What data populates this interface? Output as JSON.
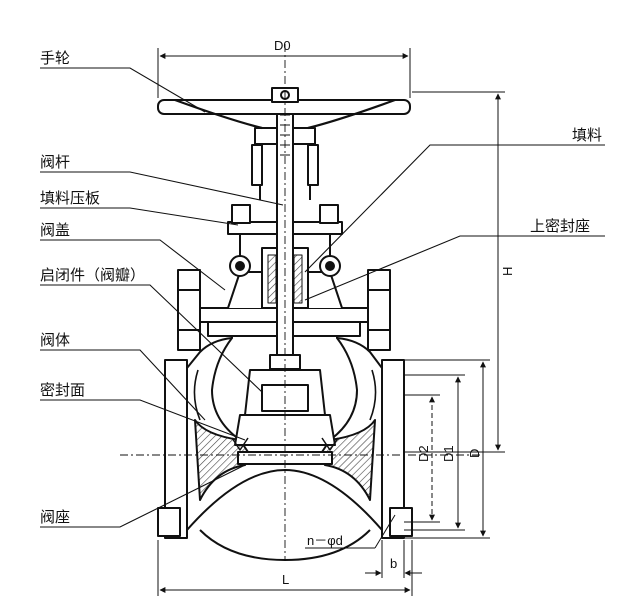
{
  "labels": {
    "handwheel": "手轮",
    "stem": "阀杆",
    "gland_plate": "填料压板",
    "bonnet": "阀盖",
    "disc": "启闭件（阀瓣）",
    "body": "阀体",
    "sealing_face": "密封面",
    "seat": "阀座",
    "packing": "填料",
    "upper_seat": "上密封座"
  },
  "dimensions": {
    "d0": "D0",
    "h": "H",
    "d2": "D2",
    "d1": "D1",
    "d": "D",
    "l": "L",
    "b": "b",
    "holes": "n－φd"
  },
  "colors": {
    "line": "#111111",
    "fill": "#ffffff",
    "hatch": "#555555"
  }
}
